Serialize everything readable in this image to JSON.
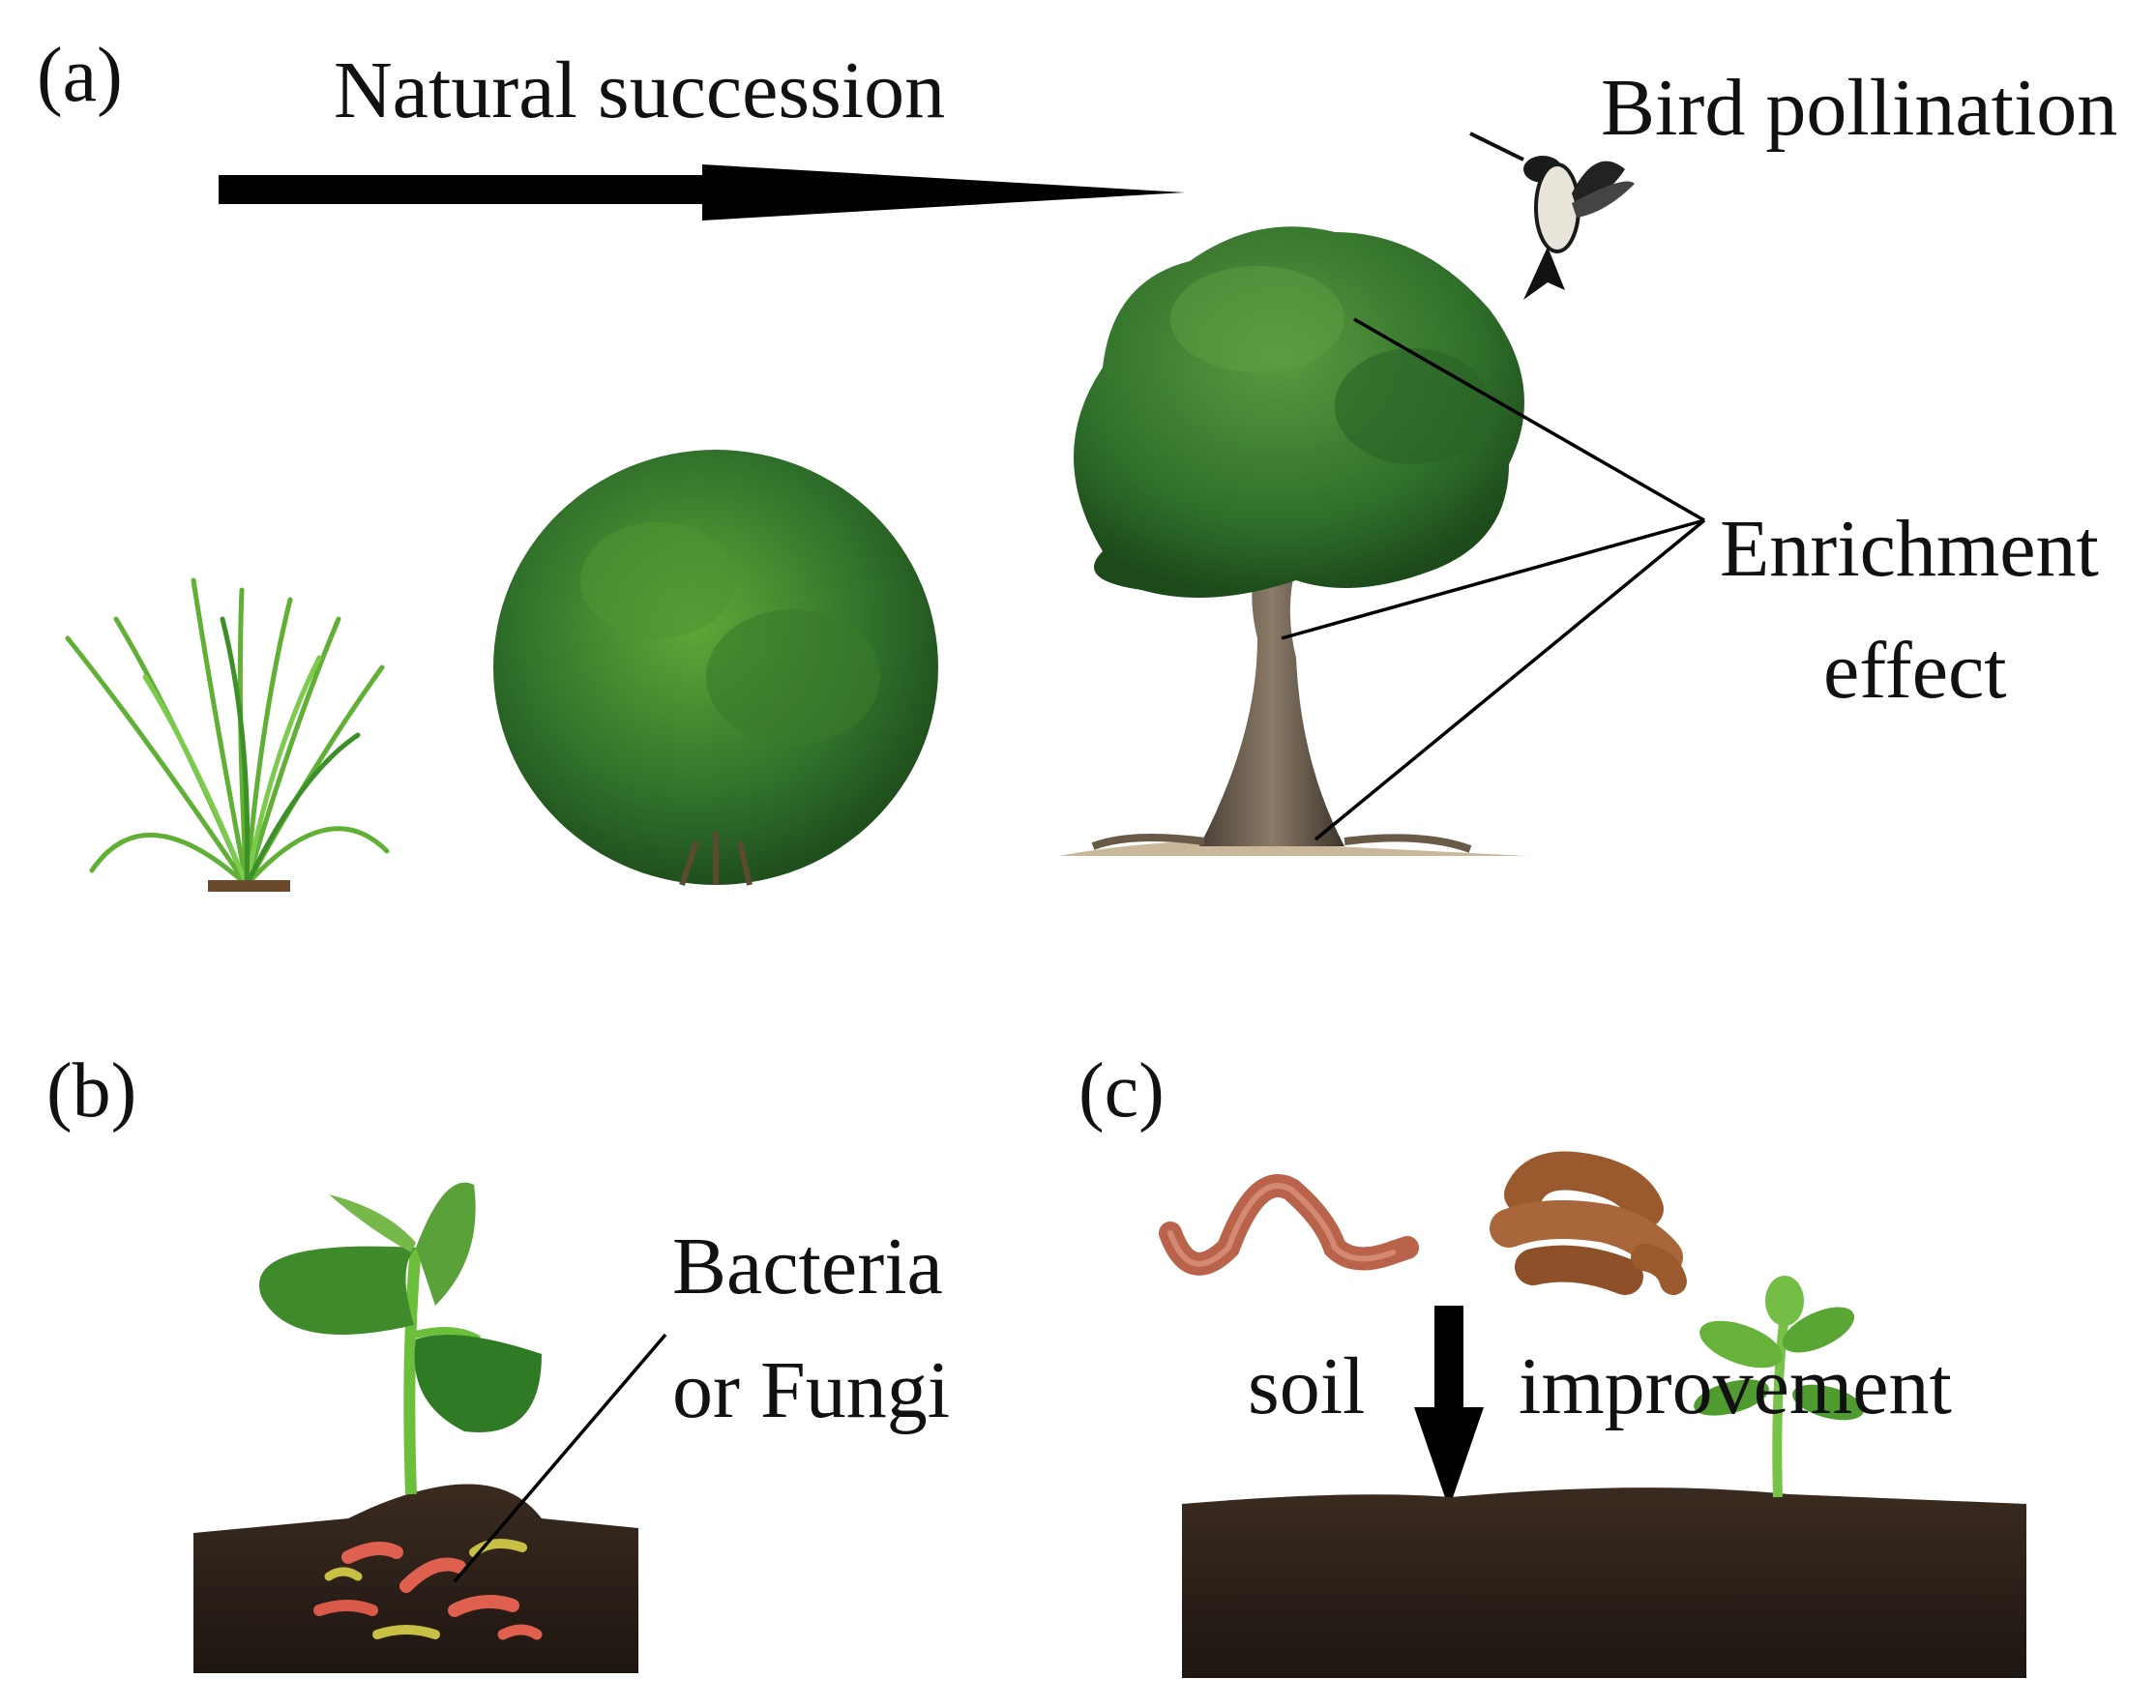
{
  "panel_a": {
    "letter": "(a)",
    "succession_label": "Natural succession",
    "pollination_label": "Bird pollination",
    "enrichment_label_line1": "Enrichment",
    "enrichment_label_line2": "effect"
  },
  "panel_b": {
    "letter": "(b)",
    "microbe_label_line1": "Bacteria",
    "microbe_label_line2": "or Fungi"
  },
  "panel_c": {
    "letter": "(c)",
    "soil_label": "soil",
    "improvement_label": "improvement"
  },
  "colors": {
    "leaf_dark": "#2f6e2a",
    "leaf_light": "#5fa838",
    "grass": "#63b33a",
    "soil": "#2d211a",
    "worm": "#b9634a",
    "cast": "#9b5a2e",
    "microbe_red": "#e0604f",
    "microbe_yellow": "#c8c044",
    "arrow": "#000000"
  }
}
